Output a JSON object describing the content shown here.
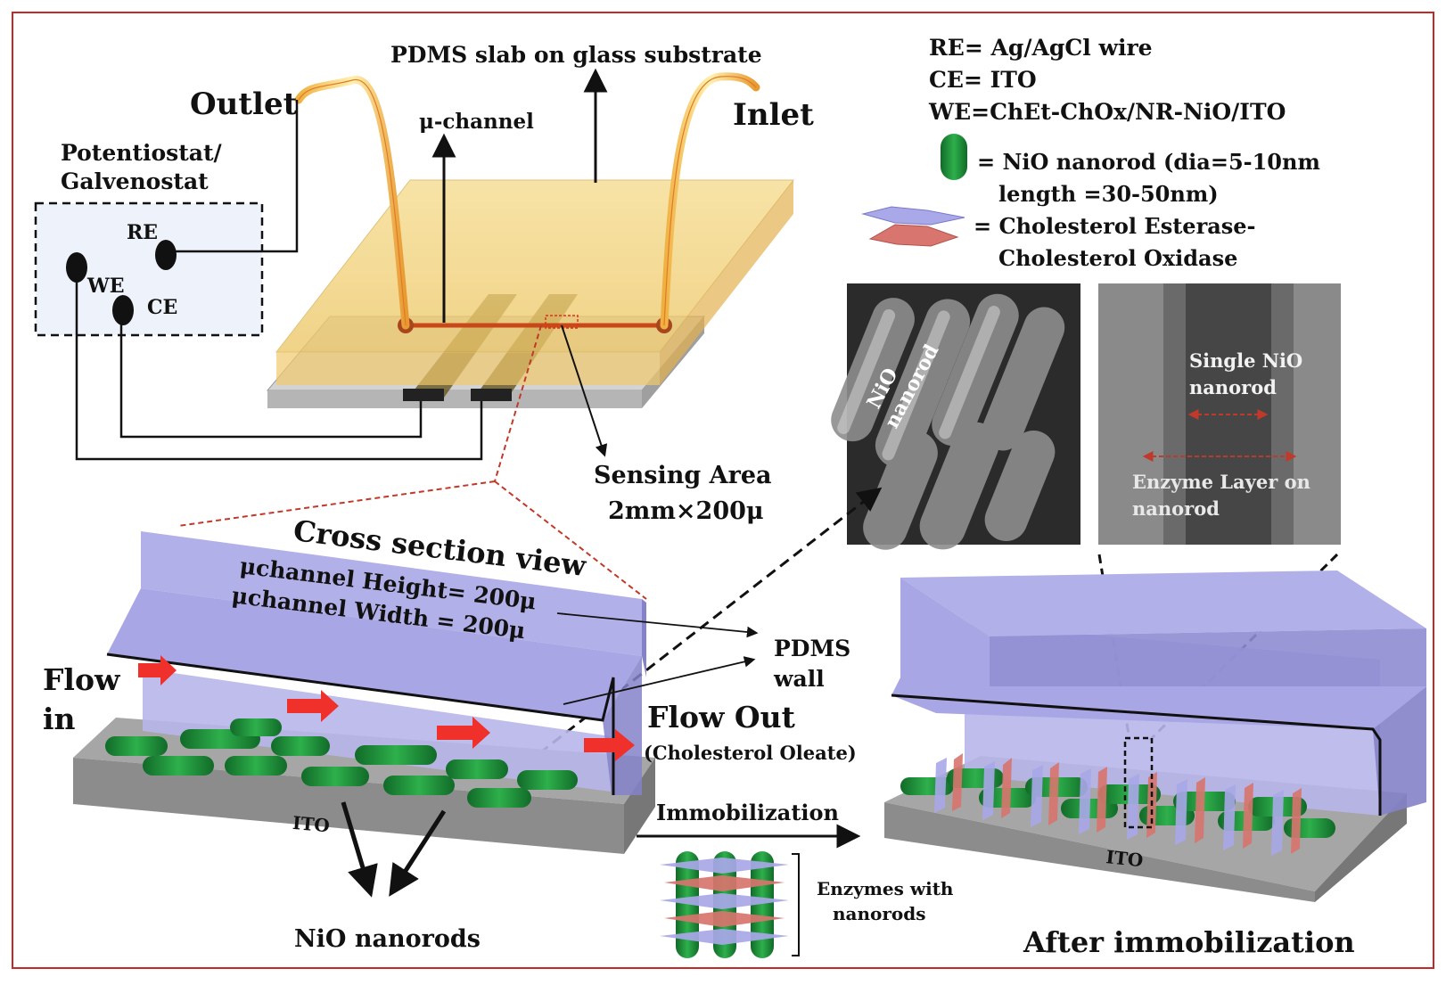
{
  "device": {
    "slab_label": "PDMS slab on glass substrate",
    "outlet_label": "Outlet",
    "inlet_label": "Inlet",
    "channel_label": "μ-channel",
    "potentiostat_line1": "Potentiostat/",
    "potentiostat_line2": "Galvenostat",
    "re_label": "RE",
    "we_label": "WE",
    "ce_label": "CE",
    "sensing_line1": "Sensing Area",
    "sensing_line2": "2mm×200μ"
  },
  "legend": {
    "re_def": "RE= Ag/AgCl wire",
    "ce_def": "CE= ITO",
    "we_def": "WE=ChEt-ChOx/NR-NiO/ITO",
    "nanorod_line1": "= NiO nanorod (dia=5-10nm",
    "nanorod_line2": "length =30-50nm)",
    "enzyme_line1": "= Cholesterol Esterase-",
    "enzyme_line2": "Cholesterol Oxidase"
  },
  "micrographs": {
    "left_label_line1": "NiO",
    "left_label_line2": "nanorod",
    "right_label_line1": "Single NiO",
    "right_label_line2": "nanorod",
    "right_label_line3": "Enzyme  Layer on",
    "right_label_line4": "nanorod"
  },
  "cross_section": {
    "title": "Cross section view",
    "height_text": "μchannel Height= 200μ",
    "width_text": "μchannel Width = 200μ",
    "wall_line1": "PDMS",
    "wall_line2": "wall",
    "flow_in_line1": "Flow",
    "flow_in_line2": "in",
    "flow_out": "Flow Out",
    "flow_out_sub": "(Cholesterol Oleate)",
    "ito_label": "ITO",
    "nanorods_label": "NiO nanorods"
  },
  "immobilization": {
    "arrow_label": "Immobilization",
    "enzymes_line1": "Enzymes with",
    "enzymes_line2": "nanorods",
    "ito_label": "ITO",
    "after_label": "After immobilization"
  },
  "colors": {
    "frame": "#c62828",
    "pdms": "#a8a6e4",
    "pdms_side": "#8582c9",
    "nanorod": "#1e8c3a",
    "ito": "#8c8c8c",
    "enzyme_pink": "#d8756e",
    "enzyme_blue": "#a9a8e8",
    "flow_arrow": "#f0302a",
    "slab": "#f1d27c"
  }
}
